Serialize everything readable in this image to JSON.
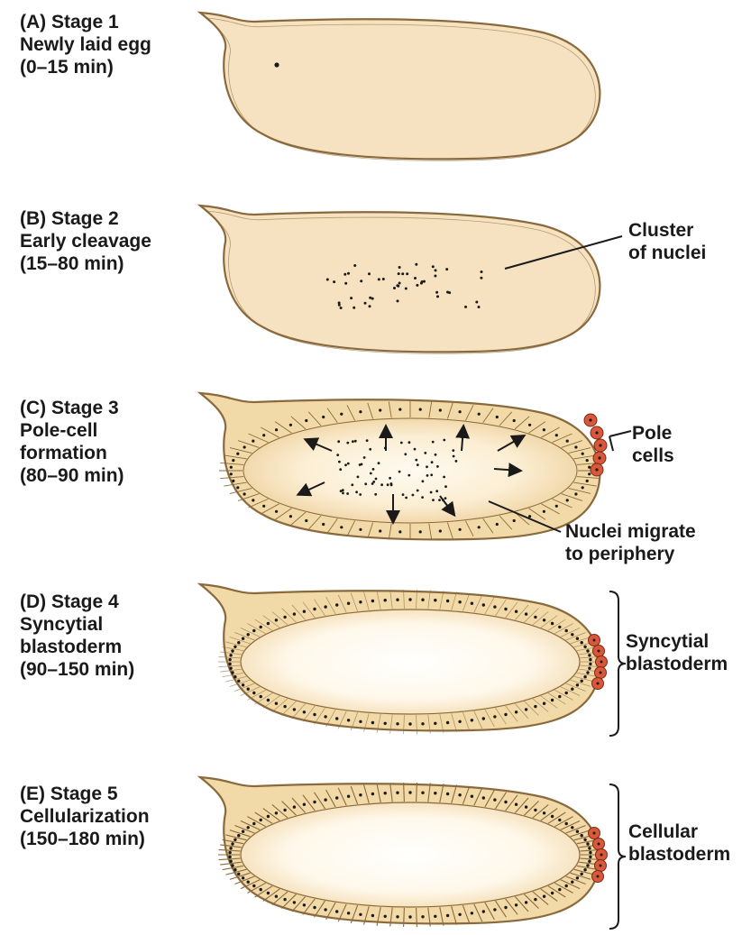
{
  "stages": [
    {
      "id": "A",
      "lines": [
        "(A) Stage 1",
        "Newly laid egg",
        "(0–15 min)"
      ]
    },
    {
      "id": "B",
      "lines": [
        "(B) Stage 2",
        "Early cleavage",
        "(15–80 min)"
      ]
    },
    {
      "id": "C",
      "lines": [
        "(C) Stage 3",
        "Pole-cell",
        "formation",
        "(80–90 min)"
      ]
    },
    {
      "id": "D",
      "lines": [
        "(D) Stage 4",
        "Syncytial",
        "blastoderm",
        "(90–150 min)"
      ]
    },
    {
      "id": "E",
      "lines": [
        "(E) Stage 5",
        "Cellularization",
        "(150–180 min)"
      ]
    }
  ],
  "callouts": {
    "cluster": [
      "Cluster",
      "of nuclei"
    ],
    "pole": [
      "Pole",
      "cells"
    ],
    "migrate": [
      "Nuclei migrate",
      "to periphery"
    ],
    "syncytial": [
      "Syncytial",
      "blastoderm"
    ],
    "cellular": [
      "Cellular",
      "blastoderm"
    ]
  },
  "colors": {
    "egg_fill": "#f6e2c0",
    "egg_edge": "#8a6a3c",
    "cyto_inner": "#fffaf0",
    "cell_fill": "#f2d9a8",
    "pole_cell": "#d9573a",
    "ink": "#1a1a1a"
  }
}
